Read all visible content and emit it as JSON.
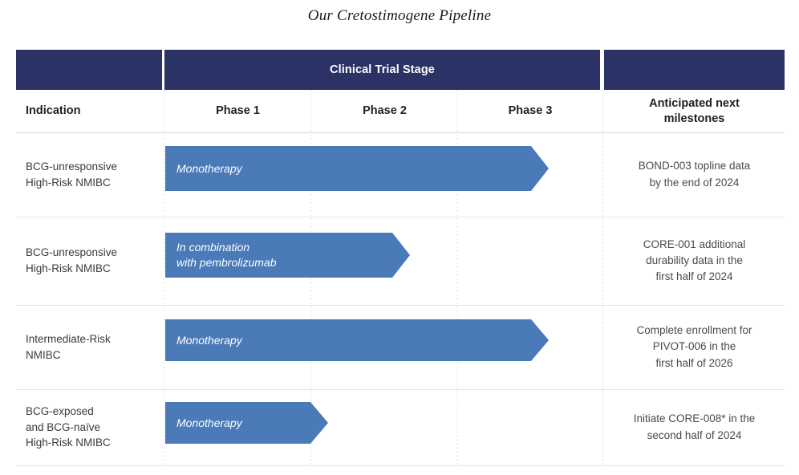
{
  "title": "Our Cretostimogene Pipeline",
  "table": {
    "header": {
      "stage_label": "Clinical Trial Stage",
      "indication_label": "Indication",
      "phase1_label": "Phase 1",
      "phase2_label": "Phase 2",
      "phase3_label": "Phase 3",
      "milestones_label": "Anticipated next\nmilestones"
    },
    "rows": [
      {
        "indication": "BCG-unresponsive\nHigh-Risk NMIBC",
        "bar_label": "Monotherapy",
        "milestone": "BOND-003 topline data\nby the end of 2024"
      },
      {
        "indication": "BCG-unresponsive\nHigh-Risk NMIBC",
        "bar_label": "In combination\nwith pembrolizumab",
        "milestone": "CORE-001 additional\ndurability data in the\nfirst half of 2024"
      },
      {
        "indication": "Intermediate-Risk\nNMIBC",
        "bar_label": "Monotherapy",
        "milestone": "Complete enrollment for\nPIVOT-006 in the\nfirst half of 2026"
      },
      {
        "indication": "BCG-exposed\nand BCG-naïve\nHigh-Risk NMIBC",
        "bar_label": "Monotherapy",
        "milestone": "Initiate CORE-008* in the\nsecond half of 2024"
      }
    ]
  },
  "colors": {
    "header_navy": "#2b3266",
    "bar_blue": "#4a7ab8",
    "grid_line": "#e6e6e6"
  }
}
